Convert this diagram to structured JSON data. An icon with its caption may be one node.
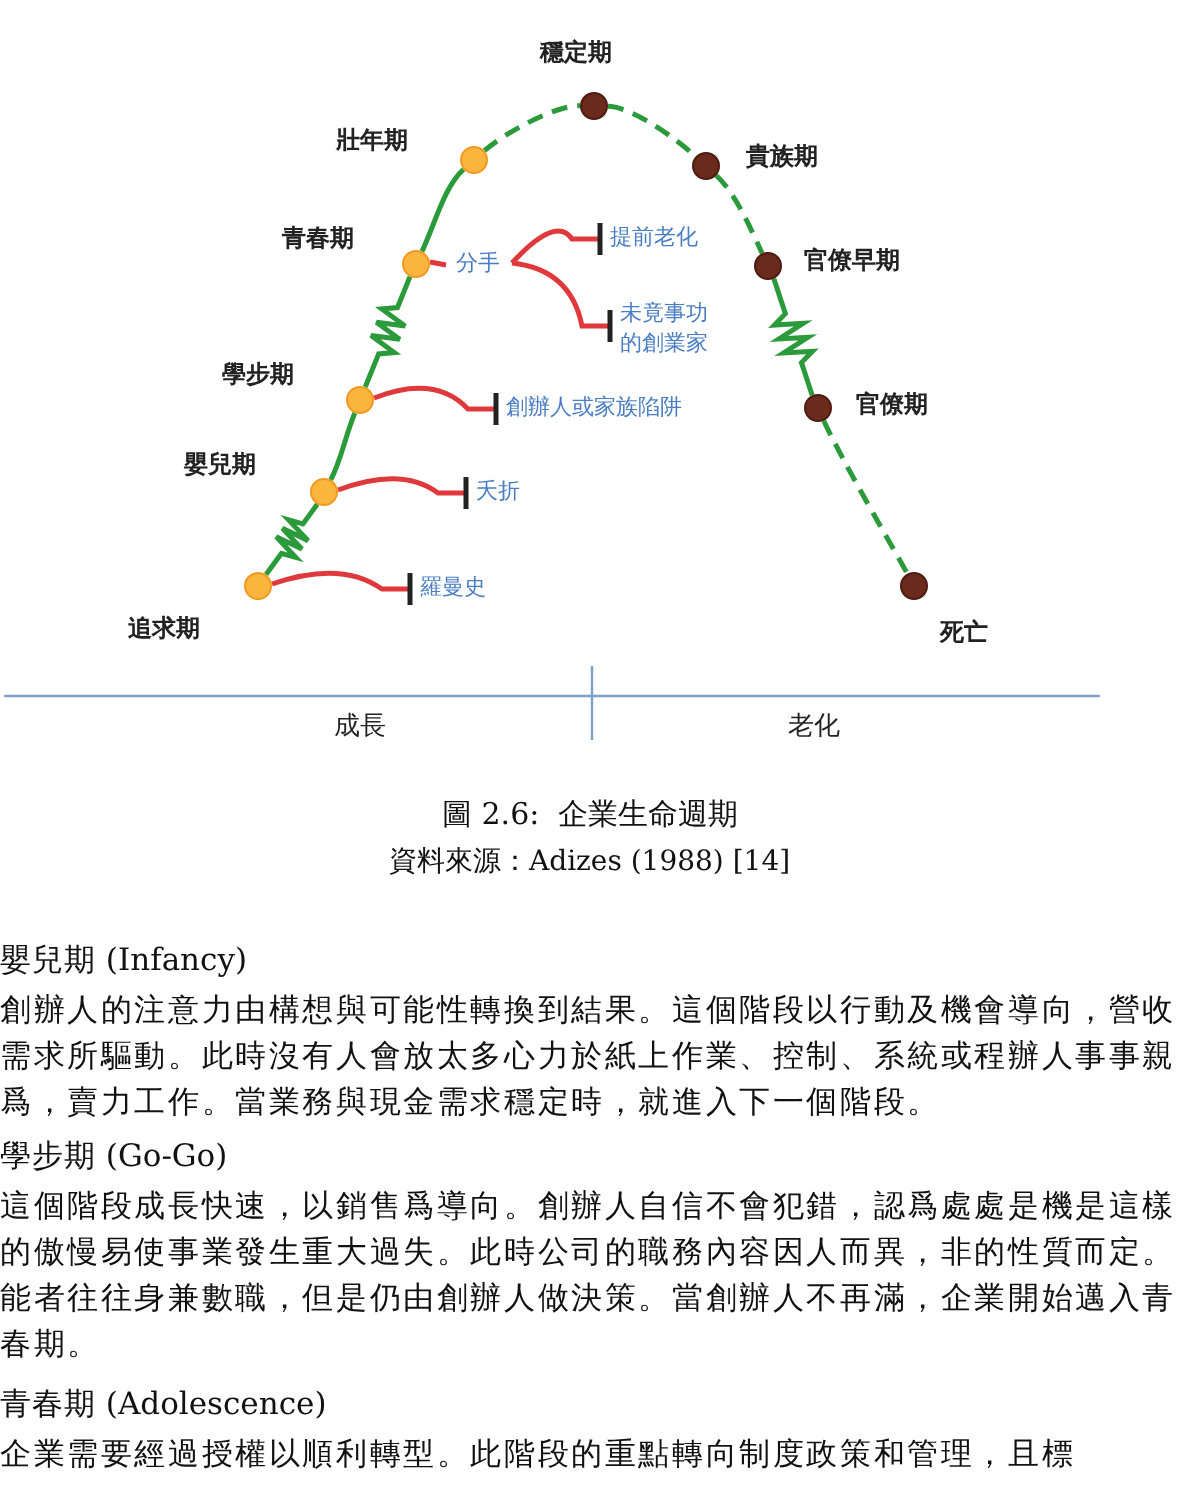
{
  "diagram": {
    "caption": "圖 2.6:  企業生命週期",
    "nodes": [
      {
        "text": [
          "追求期"
        ]
      },
      {
        "text": [
          "嬰兒期"
        ]
      },
      {
        "text": [
          "學步期"
        ]
      },
      {
        "text": [
          "青春期"
        ]
      },
      {
        "text": [
          "壯年期"
        ]
      },
      {
        "text": [
          "穩定期"
        ]
      },
      {
        "text": [
          "貴族期"
        ]
      },
      {
        "text": [
          "官僚早期"
        ]
      },
      {
        "text": [
          "官僚期"
        ]
      },
      {
        "text": [
          "死亡"
        ]
      },
      {
        "text": [
          "羅曼史"
        ]
      },
      {
        "text": [
          "夭折"
        ]
      },
      {
        "text": [
          "創辦人或家族陷阱"
        ]
      },
      {
        "text": [
          "分手"
        ]
      },
      {
        "text": [
          "提前老化"
        ]
      },
      {
        "text": [
          "未竟事功的創業家"
        ]
      }
    ],
    "edges": [
      {
        "from": 0,
        "to": 1,
        "arrow": "none"
      },
      {
        "from": 1,
        "to": 2,
        "arrow": "none"
      },
      {
        "from": 2,
        "to": 3,
        "arrow": "none"
      },
      {
        "from": 3,
        "to": 4,
        "arrow": "none"
      },
      {
        "from": 4,
        "to": 5,
        "arrow": "none",
        "style": "dashed"
      },
      {
        "from": 5,
        "to": 6,
        "arrow": "none",
        "style": "dashed"
      },
      {
        "from": 6,
        "to": 7,
        "arrow": "none",
        "style": "dashed"
      },
      {
        "from": 7,
        "to": 8,
        "arrow": "none"
      },
      {
        "from": 8,
        "to": 9,
        "arrow": "none",
        "style": "dashed"
      },
      {
        "from": 0,
        "to": 10,
        "arrow": "other",
        "color": "#e0393c"
      },
      {
        "from": 1,
        "to": 11,
        "arrow": "other",
        "color": "#e0393c"
      },
      {
        "from": 2,
        "to": 12,
        "arrow": "other",
        "color": "#e0393c"
      },
      {
        "from": 3,
        "to": 13,
        "arrow": "none",
        "color": "#e0393c"
      },
      {
        "from": 13,
        "to": 14,
        "arrow": "other",
        "color": "#e0393c"
      },
      {
        "from": 13,
        "to": 15,
        "arrow": "other",
        "color": "#e0393c"
      }
    ],
    "labels": [
      "成長",
      "老化",
      "資料來源：Adizes (1988) [14]",
      "嬰兒期 (Infancy)",
      "創辦人的注意力由構想與可能性轉換到結果。這個階段以行動及機會導向，營收需求所驅動。此時沒有人會放太多心力於紙上作業、控制、系統或程辦人事事親爲，賣力工作。當業務與現金需求穩定時，就進入下一個階段。",
      "學步期 (Go-Go)",
      "這個階段成長快速，以銷售爲導向。創辦人自信不會犯錯，認爲處處是機是這樣的傲慢易使事業發生重大過失。此時公司的職務內容因人而異，非的性質而定。能者往往身兼數職，但是仍由創辦人做決策。當創辦人不再滿，企業開始邁入青春期。",
      "青春期 (Adolescence)",
      "企業需要經過授權以順利轉型。此階段的重點轉向制度政策和管理，且標"
    ]
  }
}
